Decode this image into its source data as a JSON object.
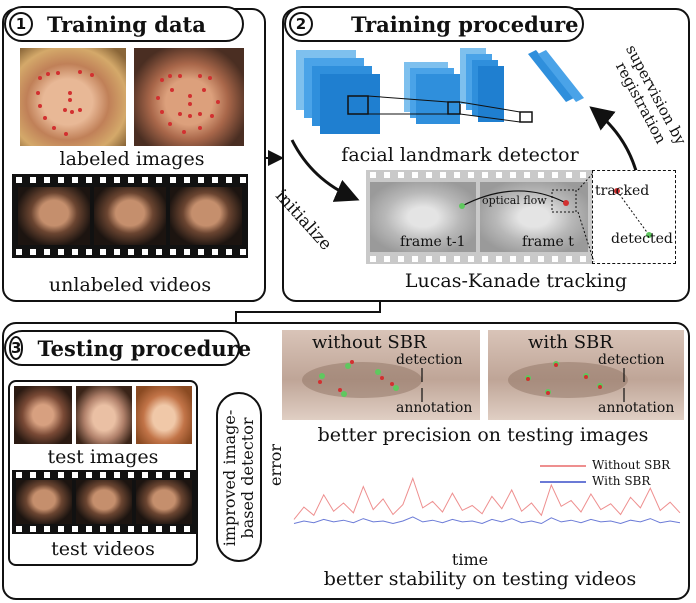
{
  "panel1": {
    "number": "1",
    "title": "Training data",
    "labeled_caption": "labeled images",
    "unlabeled_caption": "unlabeled videos"
  },
  "panel2": {
    "number": "2",
    "title": "Training procedure",
    "detector_caption": "facial landmark detector",
    "supervision_label": "supervision by registration",
    "initialize_label": "initialize",
    "optical_flow_label": "optical flow",
    "frame_prev_label": "frame t-1",
    "frame_curr_label": "frame t",
    "tracked_label": "tracked",
    "detected_label": "detected",
    "tracking_caption": "Lucas-Kanade tracking"
  },
  "panel3": {
    "number": "3",
    "title": "Testing procedure",
    "test_images_caption": "test images",
    "test_videos_caption": "test videos",
    "improved_detector_label": "improved image-based detector",
    "without_sbr_label": "without SBR",
    "with_sbr_label": "with SBR",
    "detection_label": "detection",
    "annotation_label": "annotation",
    "precision_caption": "better precision on testing images",
    "stability_caption": "better stability on testing videos",
    "chart": {
      "ylabel": "error",
      "xlabel": "time",
      "legend": [
        "Without SBR",
        "With SBR"
      ]
    }
  },
  "colors": {
    "detector_blue": "#2f8fdc",
    "without_sbr_line": "#e86a6a",
    "with_sbr_line": "#3a4fc9",
    "landmark_red": "#d23030",
    "landmark_green": "#5fc85f"
  },
  "chart_data": {
    "type": "line",
    "title": "",
    "xlabel": "time",
    "ylabel": "error",
    "legend_position": "top-right",
    "series": [
      {
        "name": "Without SBR",
        "color": "#e86a6a",
        "values": [
          0.3,
          0.45,
          0.35,
          0.6,
          0.4,
          0.5,
          0.38,
          0.7,
          0.42,
          0.55,
          0.36,
          0.48,
          0.8,
          0.44,
          0.52,
          0.39,
          0.62,
          0.41,
          0.47,
          0.37,
          0.58,
          0.43,
          0.66,
          0.4,
          0.5,
          0.35,
          0.72,
          0.46,
          0.53,
          0.39,
          0.61,
          0.42,
          0.49,
          0.36,
          0.57,
          0.44,
          0.68,
          0.41,
          0.51,
          0.38
        ]
      },
      {
        "name": "With SBR",
        "color": "#3a4fc9",
        "values": [
          0.25,
          0.28,
          0.26,
          0.3,
          0.27,
          0.29,
          0.26,
          0.31,
          0.27,
          0.28,
          0.25,
          0.28,
          0.33,
          0.27,
          0.29,
          0.26,
          0.3,
          0.27,
          0.28,
          0.25,
          0.3,
          0.27,
          0.31,
          0.26,
          0.28,
          0.25,
          0.32,
          0.27,
          0.29,
          0.26,
          0.3,
          0.27,
          0.28,
          0.25,
          0.29,
          0.27,
          0.31,
          0.26,
          0.28,
          0.26
        ]
      }
    ]
  }
}
